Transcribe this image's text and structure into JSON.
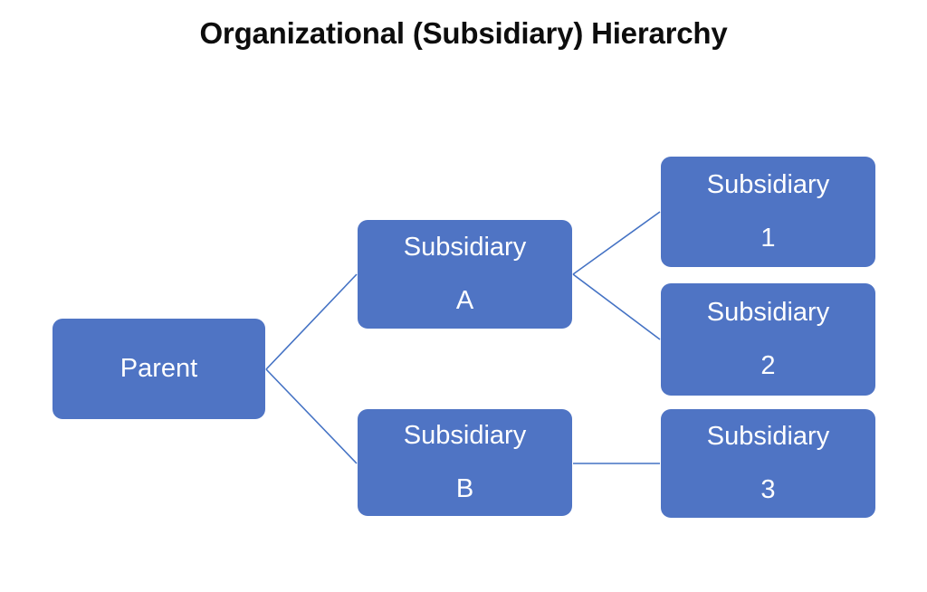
{
  "diagram": {
    "title": "Organizational (Subsidiary) Hierarchy",
    "type": "org-chart",
    "colors": {
      "node_fill": "#4F74C4",
      "node_text": "#FFFFFF",
      "connector": "#4472C4",
      "title_text": "#0D0D0D",
      "background": "#FFFFFF"
    },
    "nodes": {
      "parent": {
        "label": "Parent",
        "line1": "Parent",
        "line2": ""
      },
      "sub_a": {
        "label": "Subsidiary A",
        "line1": "Subsidiary",
        "line2": "A"
      },
      "sub_b": {
        "label": "Subsidiary B",
        "line1": "Subsidiary",
        "line2": "B"
      },
      "sub_1": {
        "label": "Subsidiary 1",
        "line1": "Subsidiary",
        "line2": "1"
      },
      "sub_2": {
        "label": "Subsidiary 2",
        "line1": "Subsidiary",
        "line2": "2"
      },
      "sub_3": {
        "label": "Subsidiary 3",
        "line1": "Subsidiary",
        "line2": "3"
      }
    },
    "connections": [
      {
        "from": "parent",
        "to": "sub_a"
      },
      {
        "from": "parent",
        "to": "sub_b"
      },
      {
        "from": "sub_a",
        "to": "sub_1"
      },
      {
        "from": "sub_a",
        "to": "sub_2"
      },
      {
        "from": "sub_b",
        "to": "sub_3"
      }
    ]
  }
}
